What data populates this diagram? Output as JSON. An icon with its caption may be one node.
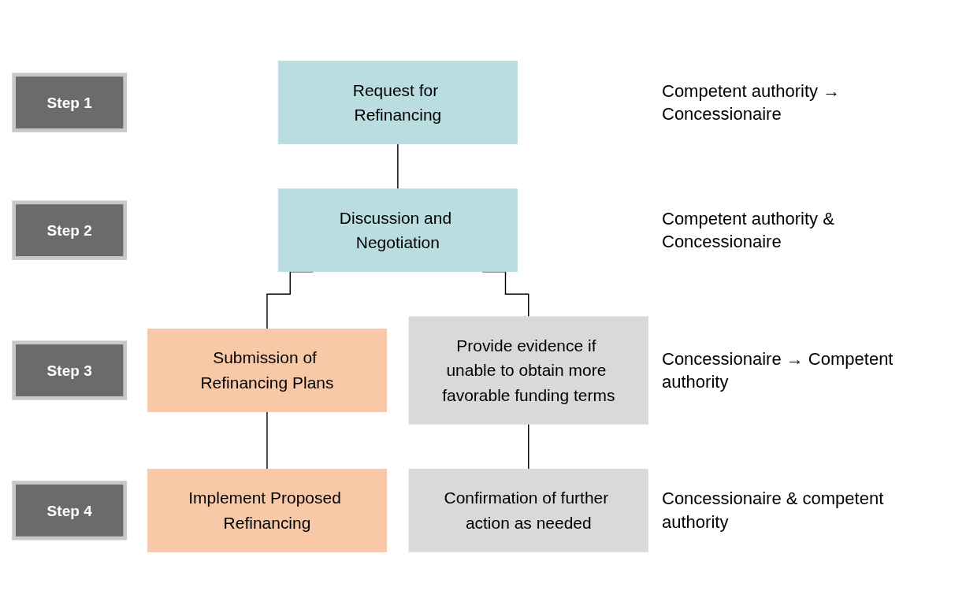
{
  "diagram": {
    "nodes": [
      {
        "text": [
          "Step 1"
        ]
      },
      {
        "text": [
          "Request for Refinancing"
        ]
      },
      {
        "text": [
          "Step 2"
        ]
      },
      {
        "text": [
          "Discussion and Negotiation"
        ]
      },
      {
        "text": [
          "Step 3"
        ]
      },
      {
        "text": [
          "Submission of Refinancing Plans"
        ]
      },
      {
        "text": [
          "Provide evidence if unable to obtain more favorable funding terms"
        ]
      },
      {
        "text": [
          "Step 4"
        ]
      },
      {
        "text": [
          "Implement Proposed Refinancing"
        ]
      },
      {
        "text": [
          "Confirmation of further action as needed"
        ]
      }
    ],
    "edges": [
      {
        "from": 1,
        "to": 3,
        "arrow": "none"
      },
      {
        "from": 3,
        "to": 5,
        "arrow": "none"
      },
      {
        "from": 3,
        "to": 6,
        "arrow": "none"
      },
      {
        "from": 5,
        "to": 8,
        "arrow": "none"
      },
      {
        "from": 6,
        "to": 9,
        "arrow": "none"
      }
    ],
    "labels": [
      "Competent authority → Concessionaire",
      "Competent authority & Concessionaire",
      "Concessionaire → Competent authority",
      "Concessionaire & competent authority"
    ]
  }
}
